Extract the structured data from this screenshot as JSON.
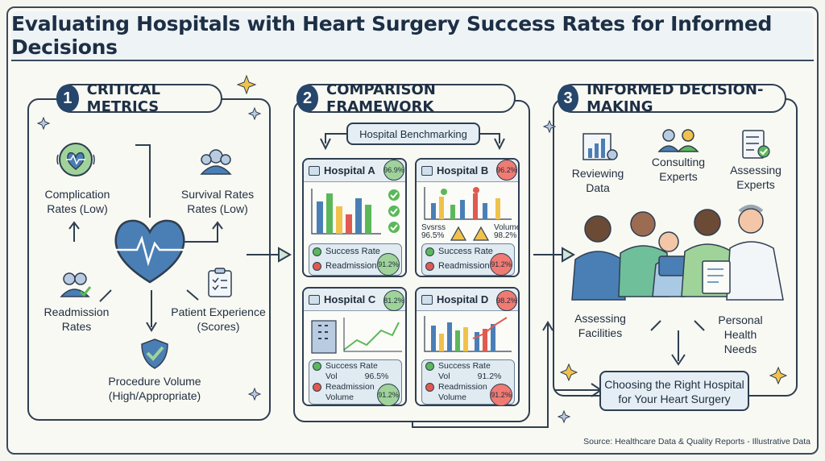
{
  "title": "Evaluating Hospitals with Heart Surgery Success Rates for Informed Decisions",
  "steps": [
    {
      "num": "1",
      "label": "CRITICAL METRICS"
    },
    {
      "num": "2",
      "label": "COMPARISON FRAMEWORK"
    },
    {
      "num": "3",
      "label": "INFORMED DECISION-MAKING"
    }
  ],
  "metrics": {
    "complication": "Complication\nRates (Low)",
    "survival": "Survival Rates\nRates (Low)",
    "readmission": "Readmission\nRates",
    "patient": "Patient Experience\n(Scores)",
    "volume": "Procedure Volume\n(High/Appropriate)"
  },
  "framework": {
    "benchmark": "Hospital Benchmarking",
    "hospitals": [
      {
        "name": "Hospital A",
        "score": "96.9%",
        "score_color": "green",
        "row1": "Success Rate",
        "row2": "Readmission",
        "row_score": "91.2%",
        "row_score_color": "green"
      },
      {
        "name": "Hospital B",
        "score": "96.2%",
        "score_color": "red",
        "row1": "Success Rate",
        "row2": "Readmission",
        "row_score": "91.2%",
        "row_score_color": "red",
        "left_note": "Svsrss\n96.5%",
        "right_note": "Volume\n98.2%"
      },
      {
        "name": "Hospital C",
        "score": "81.2%",
        "score_color": "green",
        "row1": "Success Rate",
        "row1b": "Vol",
        "row1_val": "96.5%",
        "row2": "Readmission",
        "row2b": "Volume",
        "row_score": "91.2%",
        "row_score_color": "green"
      },
      {
        "name": "Hospital D",
        "score": "98.2%",
        "score_color": "red",
        "row1": "Success Rate",
        "row1b": "Vol",
        "row1_val": "91.2%",
        "row2": "Readmission",
        "row2b": "Volume",
        "row_score": "91.2%",
        "row_score_color": "red"
      }
    ]
  },
  "decision": {
    "reviewing": "Reviewing\nData",
    "consulting": "Consulting\nExperts",
    "assessing_experts": "Assessing\nExperts",
    "assessing_facilities": "Assessing\nFacilities",
    "personal": "Personal\nHealth\nNeeds",
    "choose": "Choosing the Right Hospital\nfor Your Heart Surgery"
  },
  "source": "Source: Healthcare Data & Quality Reports - Illustrative Data",
  "colors": {
    "navy": "#26466b",
    "green": "#5bb85a",
    "red": "#e05a50",
    "blue": "#4a7fb5",
    "panel_bg": "#e4eef4"
  }
}
